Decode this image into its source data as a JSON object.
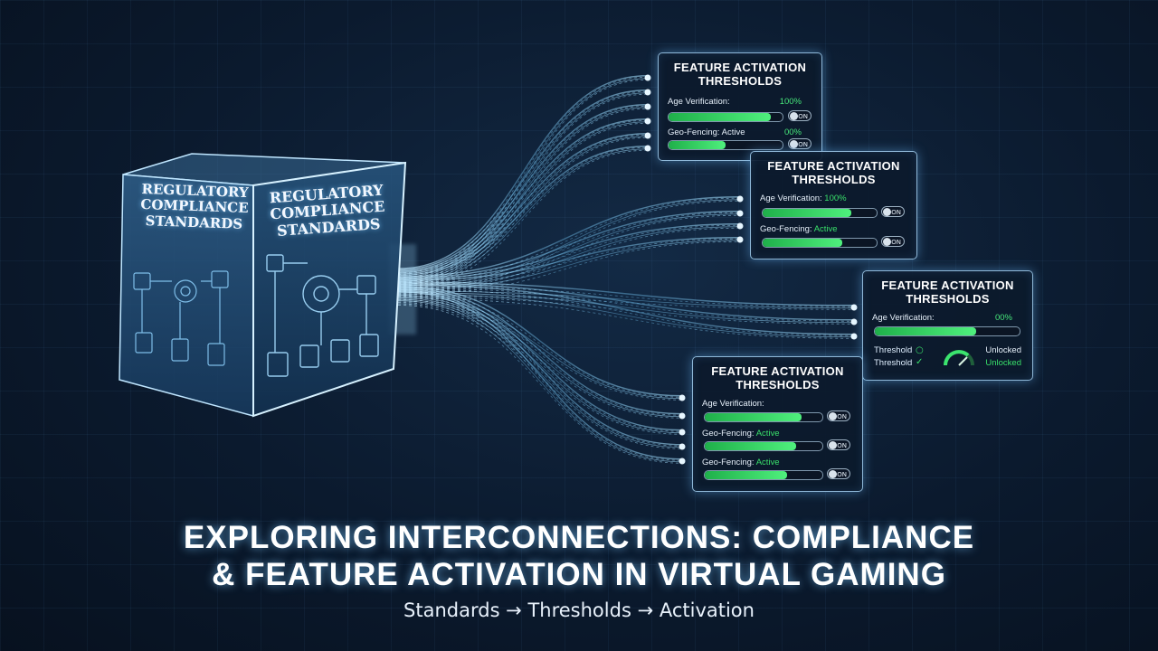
{
  "cube": {
    "face_left": "Regulatory Compliance Standards",
    "face_right": "Regulatory Compliance Standards"
  },
  "panels": [
    {
      "title": "Feature Activation Thresholds",
      "rows": [
        {
          "label": "Age Verification:",
          "value": "100%",
          "fill": 0.9,
          "toggle": "ON"
        },
        {
          "label": "Geo-Fencing: Active",
          "value": "00%",
          "fill": 0.5,
          "toggle": "ON"
        }
      ]
    },
    {
      "title": "Feature Activation Thresholds",
      "rows": [
        {
          "label": "Age Verification:",
          "value": "100%",
          "fill": 0.78,
          "toggle": "ON"
        },
        {
          "label": "Geo-Fencing:",
          "status": "Active",
          "fill": 0.7,
          "toggle": "ON"
        }
      ]
    },
    {
      "title": "Feature Activation Thresholds",
      "rows": [
        {
          "label": "Age Verification:",
          "value": "00%",
          "fill": 0.7
        },
        {
          "label": "Threshold",
          "status": "Unlocked",
          "extra": "Unlocked"
        },
        {
          "label": "Threshold",
          "status": "Unlocked"
        }
      ]
    },
    {
      "title": "Feature Activation Thresholds",
      "rows": [
        {
          "label": "Age Verification:",
          "fill": 0.82,
          "toggle": "ON"
        },
        {
          "label": "Geo-Fencing:",
          "status": "Active",
          "fill": 0.78,
          "toggle": "ON"
        },
        {
          "label": "Geo-Fencing:",
          "status": "Active",
          "fill": 0.7,
          "toggle": "ON"
        }
      ]
    }
  ],
  "heading": {
    "line1": "Exploring Interconnections: Compliance",
    "line2": "& Feature Activation in Virtual Gaming"
  },
  "subtitle": "Standards → Thresholds → Activation",
  "colors": {
    "accent_green": "#39e06a",
    "glow_blue": "#6ec8ff",
    "background": "#0b1a2e"
  }
}
